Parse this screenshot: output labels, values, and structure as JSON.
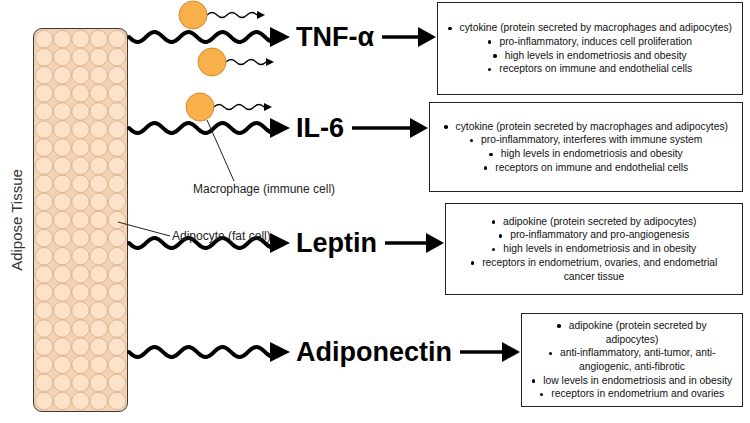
{
  "diagram": {
    "nodes": [
      {
        "text": [
          "Adipose Tissue"
        ]
      },
      {
        "text": [
          "cytokine (protein secreted by macrophages and adipocytes)",
          "pro-inflammatory, induces cell proliferation",
          "high levels in endometriosis and obesity",
          "receptors on immune and endothelial cells"
        ]
      },
      {
        "text": [
          "cytokine (protein secreted by macrophages and adipocytes)",
          "pro-inflammatory, interferes with immune system",
          "high levels in endometriosis and obesity",
          "receptors on immune and endothelial cells"
        ]
      },
      {
        "text": [
          "adipokine (protein secreted by adipocytes)",
          "pro-inflammatory and pro-angiogenesis",
          "high levels in endometriosis and in obesity",
          "receptors in endometrium, ovaries, and endometrial cancer tissue"
        ]
      },
      {
        "text": [
          "adipokine (protein secreted by adipocytes)",
          "anti-inflammatory, anti-tumor, anti-angiogenic, anti-fibrotic",
          "low levels in endometriosis and in obesity",
          "receptors in endometrium and ovaries"
        ]
      }
    ],
    "edges": [
      {
        "from": 0,
        "to": 1,
        "label": "TNF-α",
        "arrow": "to"
      },
      {
        "from": 0,
        "to": 2,
        "label": "IL-6",
        "arrow": "to"
      },
      {
        "from": 0,
        "to": 3,
        "label": "Leptin",
        "arrow": "to"
      },
      {
        "from": 0,
        "to": 4,
        "label": "Adiponectin",
        "arrow": "to"
      }
    ],
    "labels": [
      "Macrophage (immune cell)",
      "Adipocyte (fat cell)"
    ]
  }
}
